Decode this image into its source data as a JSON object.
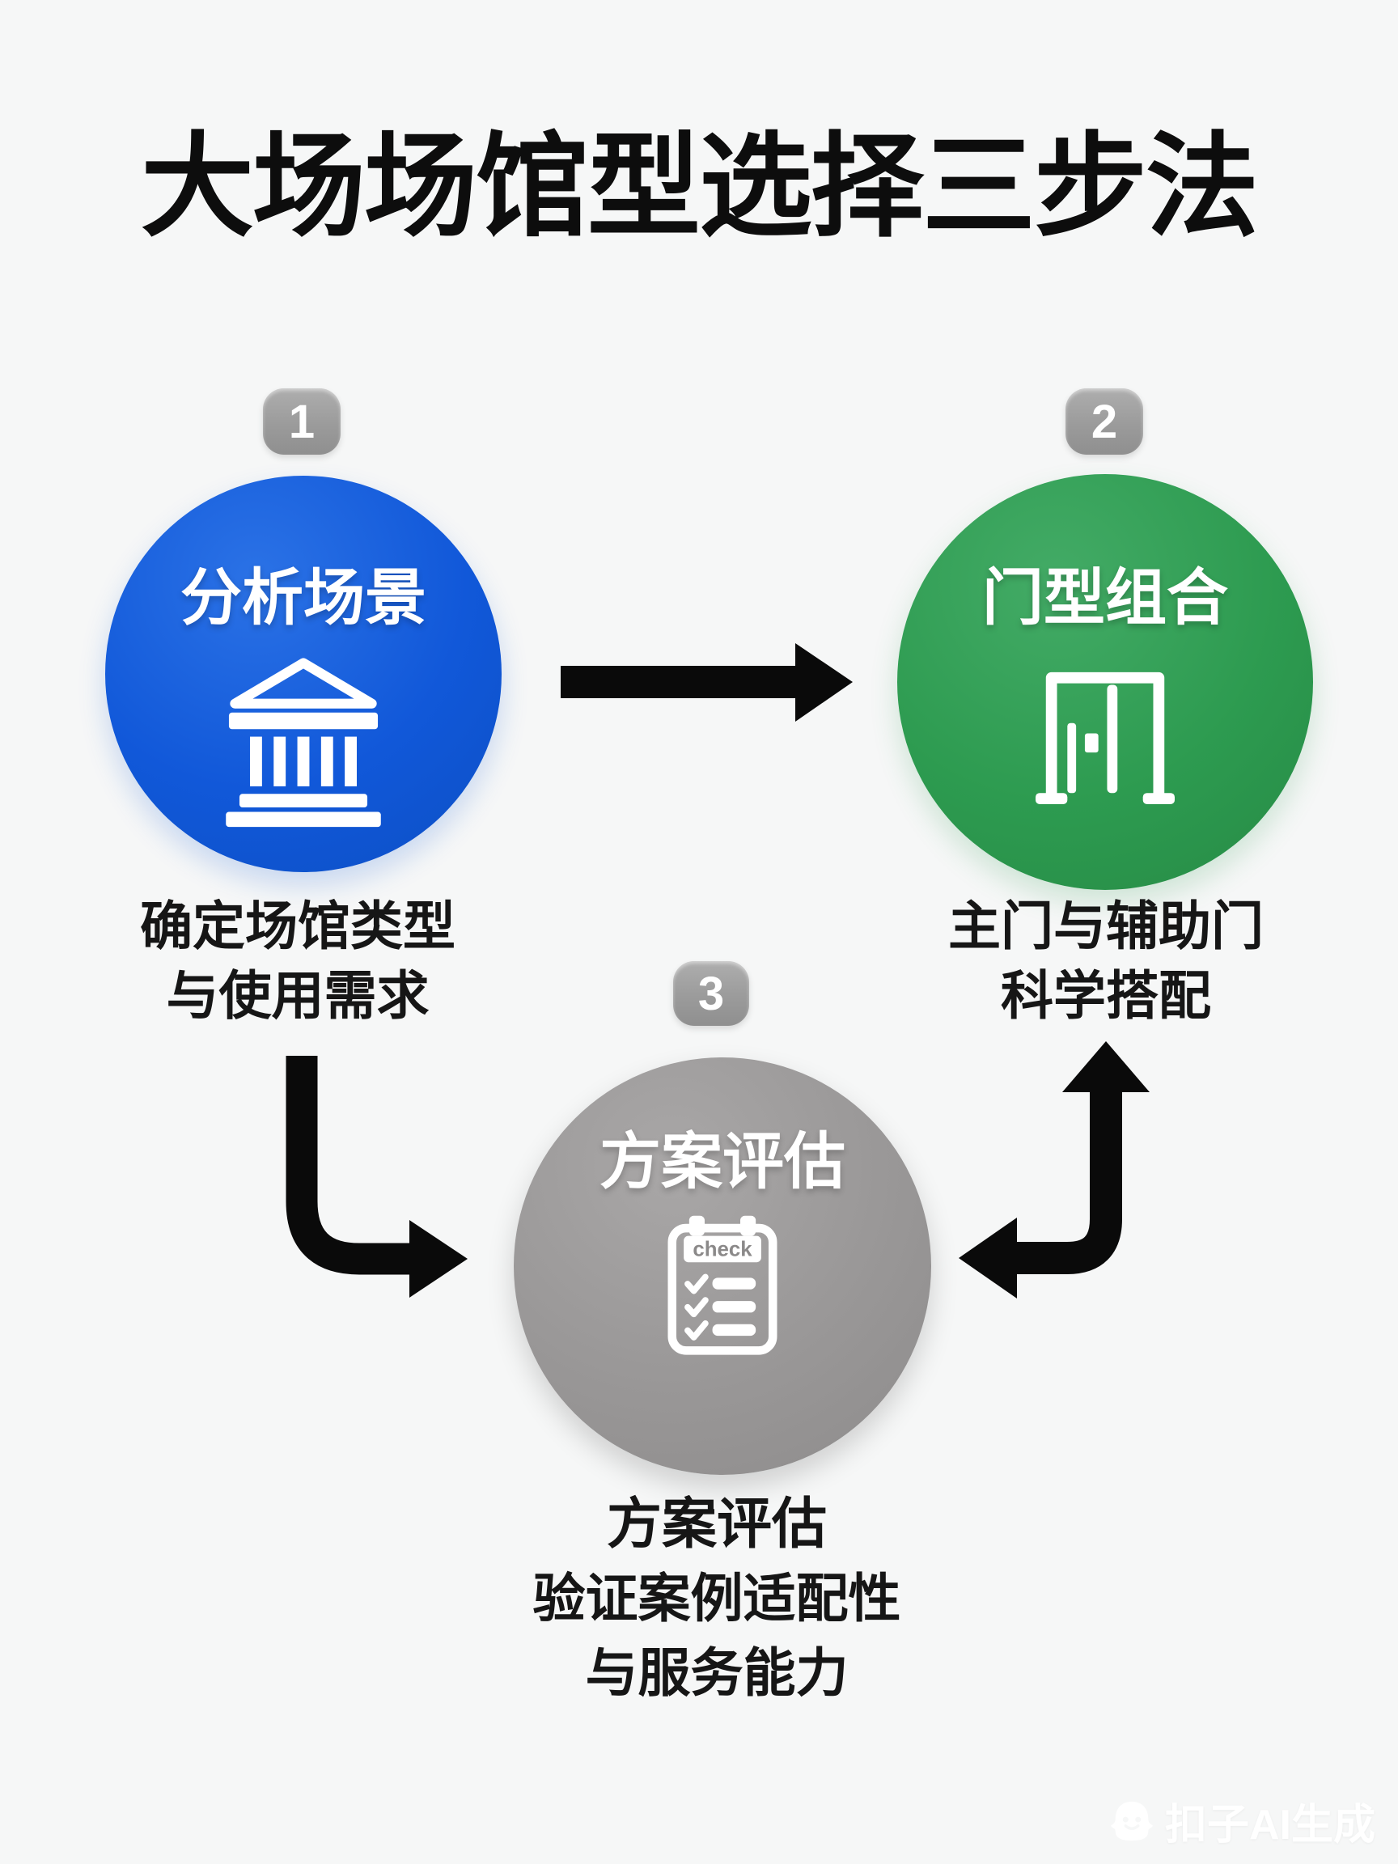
{
  "title": "大场场馆型选择三步法",
  "watermark": {
    "label": "扣子AI生成",
    "icon": "ghost-mascot-icon"
  },
  "colors": {
    "background": "#f6f7f7",
    "title_text": "#0d0d0d",
    "caption_text": "#161616",
    "arrow": "#0a0a0a",
    "badge_gray": "#9e9e9e",
    "step1_blue": "#1158d9",
    "step2_green": "#2d9b50",
    "step3_gray": "#999797",
    "circle_label_text": "#ffffff"
  },
  "steps": [
    {
      "number": "1",
      "label": "分析场景",
      "icon": "bank-building-icon",
      "caption_lines": [
        "确定场馆类型",
        "与使用需求"
      ]
    },
    {
      "number": "2",
      "label": "门型组合",
      "icon": "door-icon",
      "caption_lines": [
        "主门与辅助门",
        "科学搭配"
      ]
    },
    {
      "number": "3",
      "label": "方案评估",
      "icon": "checklist-icon",
      "icon_text": "check",
      "caption_title": "方案评估",
      "caption_lines": [
        "验证案例适配性",
        "与服务能力"
      ]
    }
  ],
  "arrows": [
    {
      "from": "step-1",
      "to": "step-2",
      "shape": "straight-right"
    },
    {
      "from": "step-1",
      "to": "step-3",
      "shape": "down-then-right"
    },
    {
      "from": "step-3",
      "to": "step-2",
      "shape": "left-and-up-double-head"
    }
  ]
}
